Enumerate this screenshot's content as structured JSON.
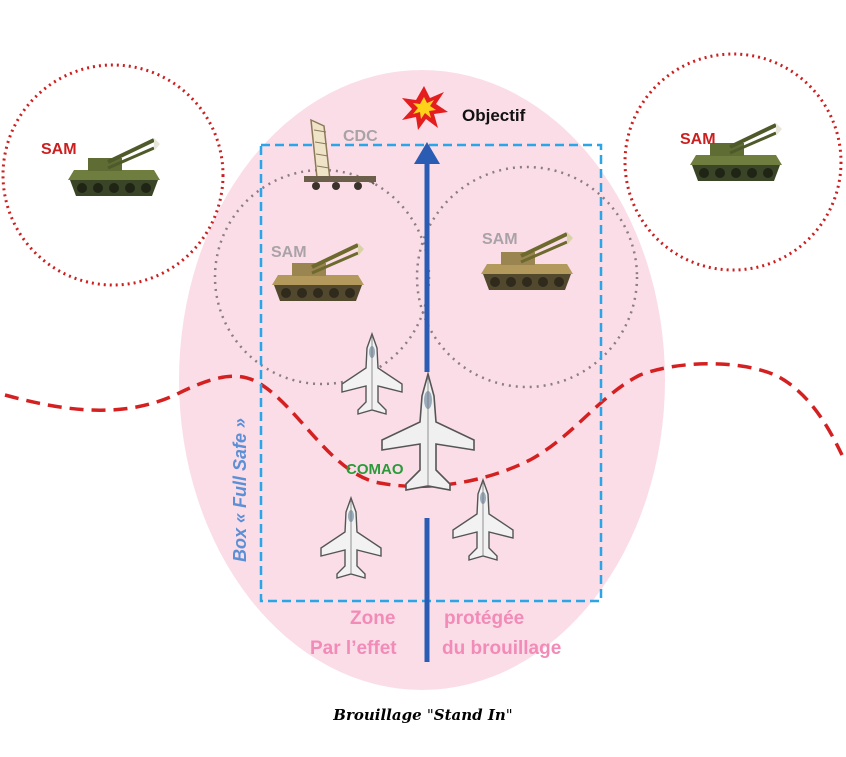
{
  "labels": {
    "objective": "Objectif",
    "cdc": "CDC",
    "sam_left_outer": "SAM",
    "sam_right_outer": "SAM",
    "sam_left_inner": "SAM",
    "sam_right_inner": "SAM",
    "comao": "COMAO",
    "box": "Box « Full Safe »",
    "zone_line1": "Zone",
    "zone_line2": "protégée",
    "zone_line3": "Par l’effet",
    "zone_line4": "du brouillage"
  },
  "caption": {
    "prefix": "Brouillage ",
    "open_quote": "\"",
    "emphasis": "Stand In",
    "close_quote": "\""
  },
  "colors": {
    "zone_fill": "#fbdde8",
    "threat_red": "#cc1f1f",
    "inner_circle": "#8a7e80",
    "box_dash": "#2aa6e8",
    "arrow_blue": "#2a5cb4",
    "zone_text": "#f28bb8",
    "comao_green": "#2a9a3a",
    "box_text": "#5b8fd6"
  }
}
